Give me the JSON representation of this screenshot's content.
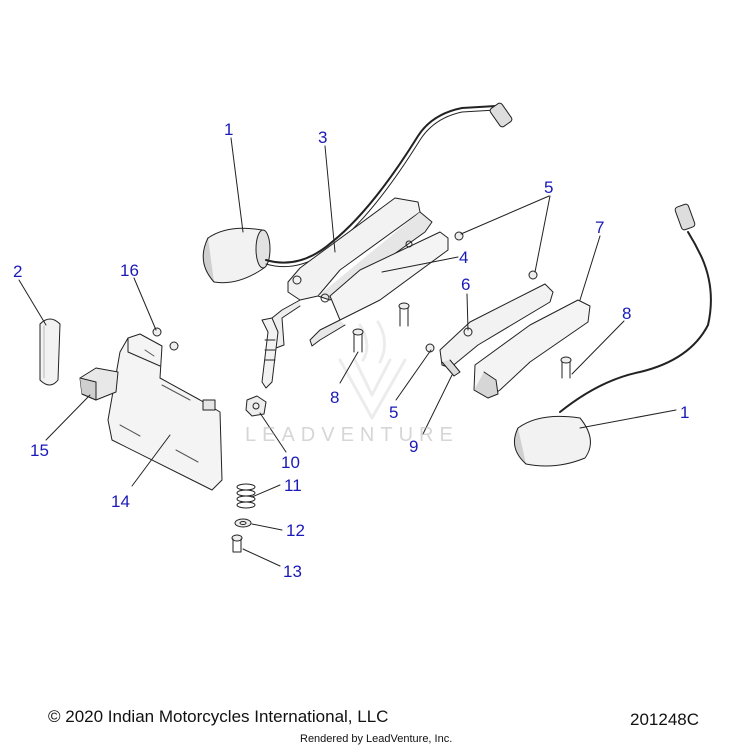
{
  "callouts": [
    {
      "id": "c1a",
      "text": "1"
    },
    {
      "id": "c3",
      "text": "3"
    },
    {
      "id": "c5a",
      "text": "5"
    },
    {
      "id": "c7",
      "text": "7"
    },
    {
      "id": "c2",
      "text": "2"
    },
    {
      "id": "c16",
      "text": "16"
    },
    {
      "id": "c4",
      "text": "4"
    },
    {
      "id": "c6",
      "text": "6"
    },
    {
      "id": "c8a",
      "text": "8"
    },
    {
      "id": "c8b",
      "text": "8"
    },
    {
      "id": "c1b",
      "text": "1"
    },
    {
      "id": "c15",
      "text": "15"
    },
    {
      "id": "c5b",
      "text": "5"
    },
    {
      "id": "c9",
      "text": "9"
    },
    {
      "id": "c10",
      "text": "10"
    },
    {
      "id": "c11",
      "text": "11"
    },
    {
      "id": "c14",
      "text": "14"
    },
    {
      "id": "c12",
      "text": "12"
    },
    {
      "id": "c13",
      "text": "13"
    }
  ],
  "watermark": {
    "text": "LEADVENTURE"
  },
  "footer": {
    "copyright": "© 2020 Indian Motorcycles International, LLC",
    "diagram_code": "201248C",
    "rendered_by": "Rendered by LeadVenture, Inc."
  },
  "colors": {
    "callout": "#1a1ab8",
    "line": "#222222",
    "part_fill": "#f2f2f2",
    "part_shade": "#cfcfcf"
  }
}
